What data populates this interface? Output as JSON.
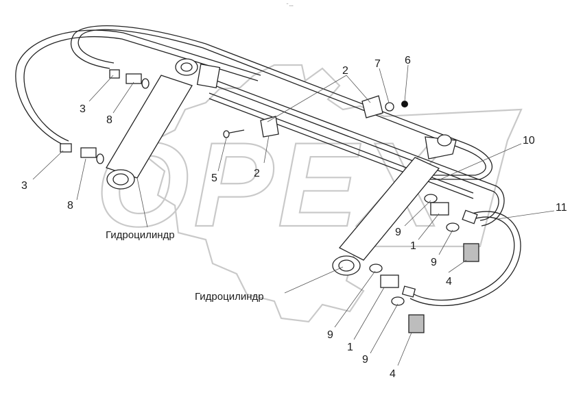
{
  "header_mark": "‾ ---",
  "watermark": {
    "brand": "OPEX",
    "color": "#c9c9c9"
  },
  "captions": {
    "cylinder_left": "Гидроцилиндр",
    "cylinder_right": "Гидроцилиндр"
  },
  "callouts": {
    "c2_top": "2",
    "c7": "7",
    "c6": "6",
    "c3_upper": "3",
    "c8_upper": "8",
    "c3_lower": "3",
    "c8_lower": "8",
    "c5": "5",
    "c2_mid": "2",
    "c10": "10",
    "c11": "11",
    "c9_a": "9",
    "c1_a": "1",
    "c9_b": "9",
    "c4_a": "4",
    "c9_c": "9",
    "c1_b": "1",
    "c9_d": "9",
    "c4_b": "4"
  }
}
